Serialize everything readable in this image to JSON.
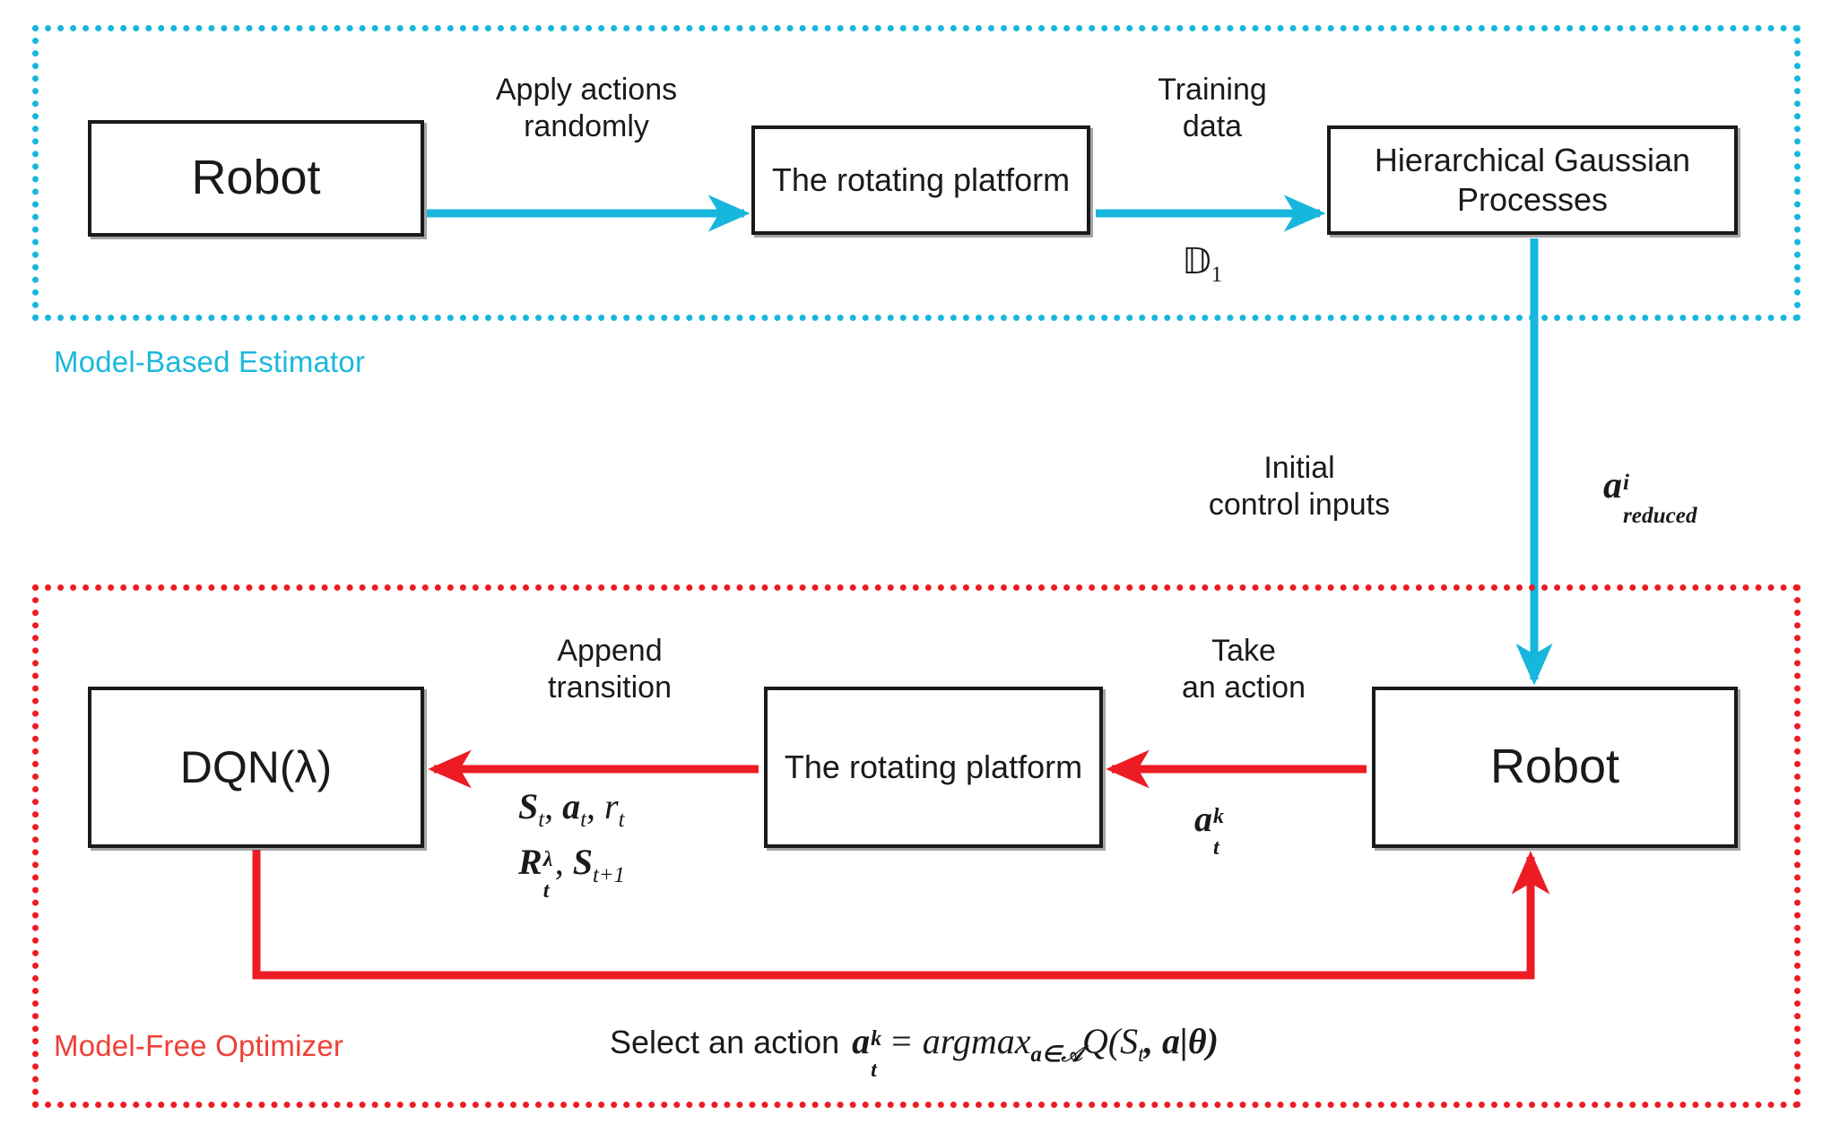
{
  "figure": {
    "title": "Model-Based Estimator and Model-Free Optimizer pipeline",
    "colors": {
      "model_based_border": "#17b6dd",
      "model_free_border": "#ed1c24",
      "cyan_arrow": "#17b6dd",
      "red_arrow": "#ed1c24",
      "box_border": "#1a1a1a",
      "text": "#1a1a1a"
    }
  },
  "groups": {
    "model_based": {
      "label": "Model-Based Estimator"
    },
    "model_free": {
      "label": "Model-Free Optimizer"
    }
  },
  "boxes": {
    "robot_top": "Robot",
    "platform_top": "The rotating\nplatform",
    "hgp": "Hierarchical\nGaussian Processes",
    "dqn": "DQN(λ)",
    "platform_bottom": "The rotating\nplatform",
    "robot_bottom": "Robot"
  },
  "connector_labels": {
    "apply_actions": "Apply actions\nrandomly",
    "training_data": "Training\ndata",
    "initial_control_inputs": "Initial\ncontrol inputs",
    "append_transition": "Append\ntransition",
    "take_an_action": "Take\nan action"
  },
  "math_labels": {
    "training_dataset": {
      "base": "𝔻",
      "sub": "1",
      "plain": "D_1"
    },
    "a_reduced": {
      "base": "a",
      "sup": "i",
      "sub": "reduced",
      "plain": "a^i_reduced"
    },
    "transition_line1": {
      "plain": "S_t, a_t, r_t"
    },
    "transition_line2": {
      "plain": "R_t^λ, S_{t+1}"
    },
    "action_atk": {
      "base": "a",
      "sup": "k",
      "sub": "t",
      "plain": "a^k_t"
    }
  },
  "formula": {
    "prefix": "Select an action",
    "lhs": {
      "base": "a",
      "sup": "k",
      "sub": "t"
    },
    "equals": "=",
    "operator": "argmax",
    "operator_sub": "a∈𝒜",
    "rhs": "Q(S",
    "rhs_sub": "t",
    "rhs_tail": ", a|θ)",
    "plain": "Select an action a_t^k = argmax_{a∈A} Q(S_t, a|θ)"
  },
  "arrows": [
    {
      "name": "robot-to-platform-top",
      "color": "#17b6dd",
      "label": "Apply actions randomly",
      "direction": "right"
    },
    {
      "name": "platform-to-hgp-top",
      "color": "#17b6dd",
      "label": "Training data",
      "direction": "right"
    },
    {
      "name": "hgp-to-robot-bottom",
      "color": "#17b6dd",
      "label": "Initial control inputs",
      "direction": "down"
    },
    {
      "name": "robot-to-platform-bottom",
      "color": "#ed1c24",
      "label": "Take an action",
      "direction": "left"
    },
    {
      "name": "platform-to-dqn-bottom",
      "color": "#ed1c24",
      "label": "Append transition",
      "direction": "left"
    },
    {
      "name": "dqn-to-robot-feedback",
      "color": "#ed1c24",
      "label": "Select an action",
      "direction": "up"
    }
  ]
}
